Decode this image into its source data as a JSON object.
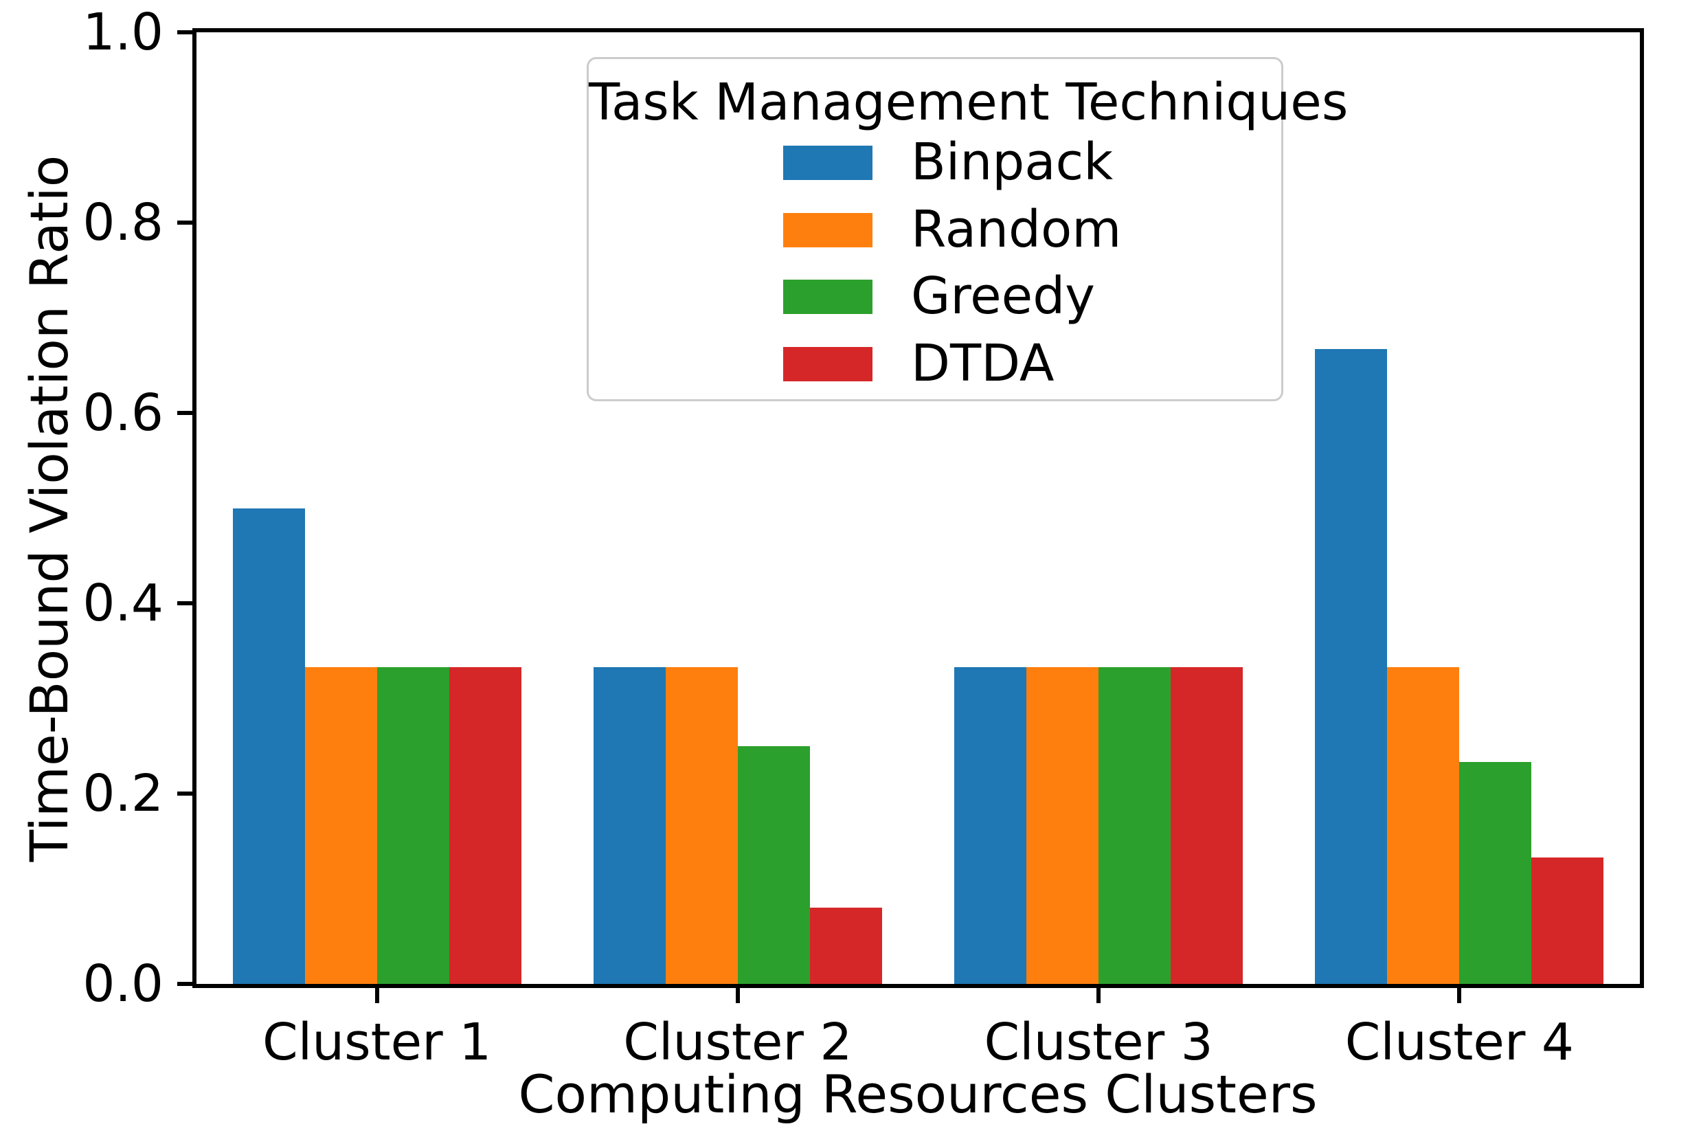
{
  "chart_data": {
    "type": "bar",
    "title": "",
    "xlabel": "Computing Resources Clusters",
    "ylabel": "Time-Bound Violation Ratio",
    "legend_title": "Task Management Techniques",
    "legend_position": "upper center-left inside plot",
    "grid": false,
    "ylim": [
      0.0,
      1.0
    ],
    "yticks": [
      "0.0",
      "0.2",
      "0.4",
      "0.6",
      "0.8",
      "1.0"
    ],
    "categories": [
      "Cluster 1",
      "Cluster 2",
      "Cluster 3",
      "Cluster 4"
    ],
    "series": [
      {
        "name": "Binpack",
        "color": "#1f77b4",
        "values": [
          0.5,
          0.333,
          0.333,
          0.667
        ]
      },
      {
        "name": "Random",
        "color": "#ff7f0e",
        "values": [
          0.333,
          0.333,
          0.333,
          0.333
        ]
      },
      {
        "name": "Greedy",
        "color": "#2ca02c",
        "values": [
          0.333,
          0.25,
          0.333,
          0.233
        ]
      },
      {
        "name": "DTDA",
        "color": "#d62728",
        "values": [
          0.333,
          0.08,
          0.333,
          0.133
        ]
      }
    ],
    "axis_color": "#000000",
    "legend_border_color": "#cccccc"
  }
}
